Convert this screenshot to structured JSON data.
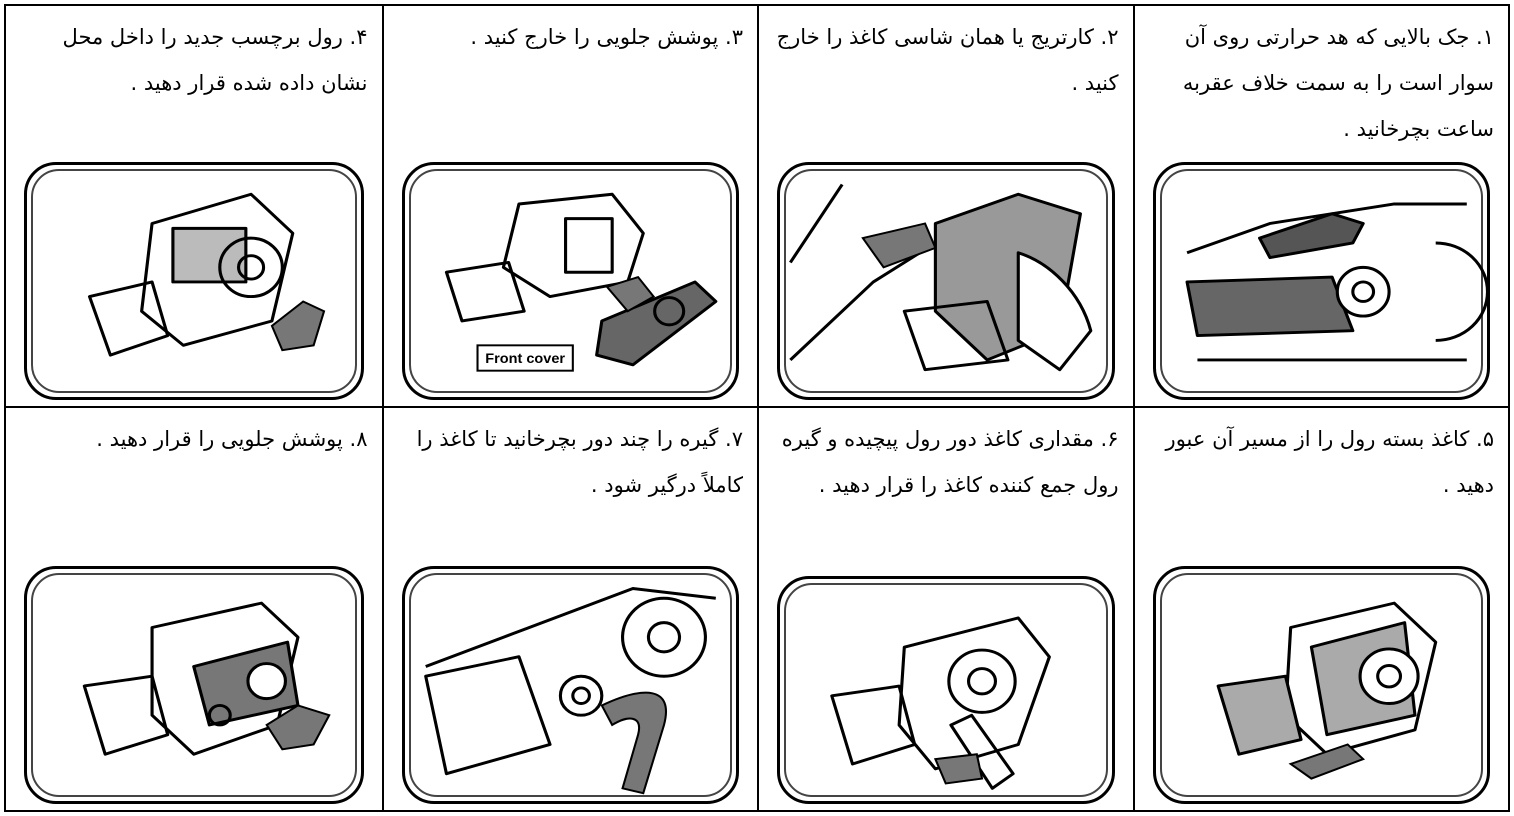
{
  "steps": [
    {
      "text": "۱. جک بالایی که هد حرارتی روی آن سوار است را به سمت خلاف عقربه ساعت بچرخانید ."
    },
    {
      "text": "۲. کارتریج یا همان شاسی کاغذ را خارج کنید ."
    },
    {
      "text": "۳. پوشش جلویی را خارج کنید ."
    },
    {
      "text": "۴. رول برچسب جدید را داخل محل نشان داده شده قرار دهید ."
    },
    {
      "text": "۵. کاغذ بسته رول را از مسیر آن عبور دهید ."
    },
    {
      "text": "۶. مقداری کاغذ دور رول پیچیده و گیره رول جمع کننده کاغذ را قرار دهید ."
    },
    {
      "text": "۷. گیره را چند دور بچرخانید تا کاغذ را کاملاً درگیر شود ."
    },
    {
      "text": "۸. پوشش جلویی را قرار دهید ."
    }
  ],
  "illustration_labels": {
    "front_cover": "Front cover"
  }
}
